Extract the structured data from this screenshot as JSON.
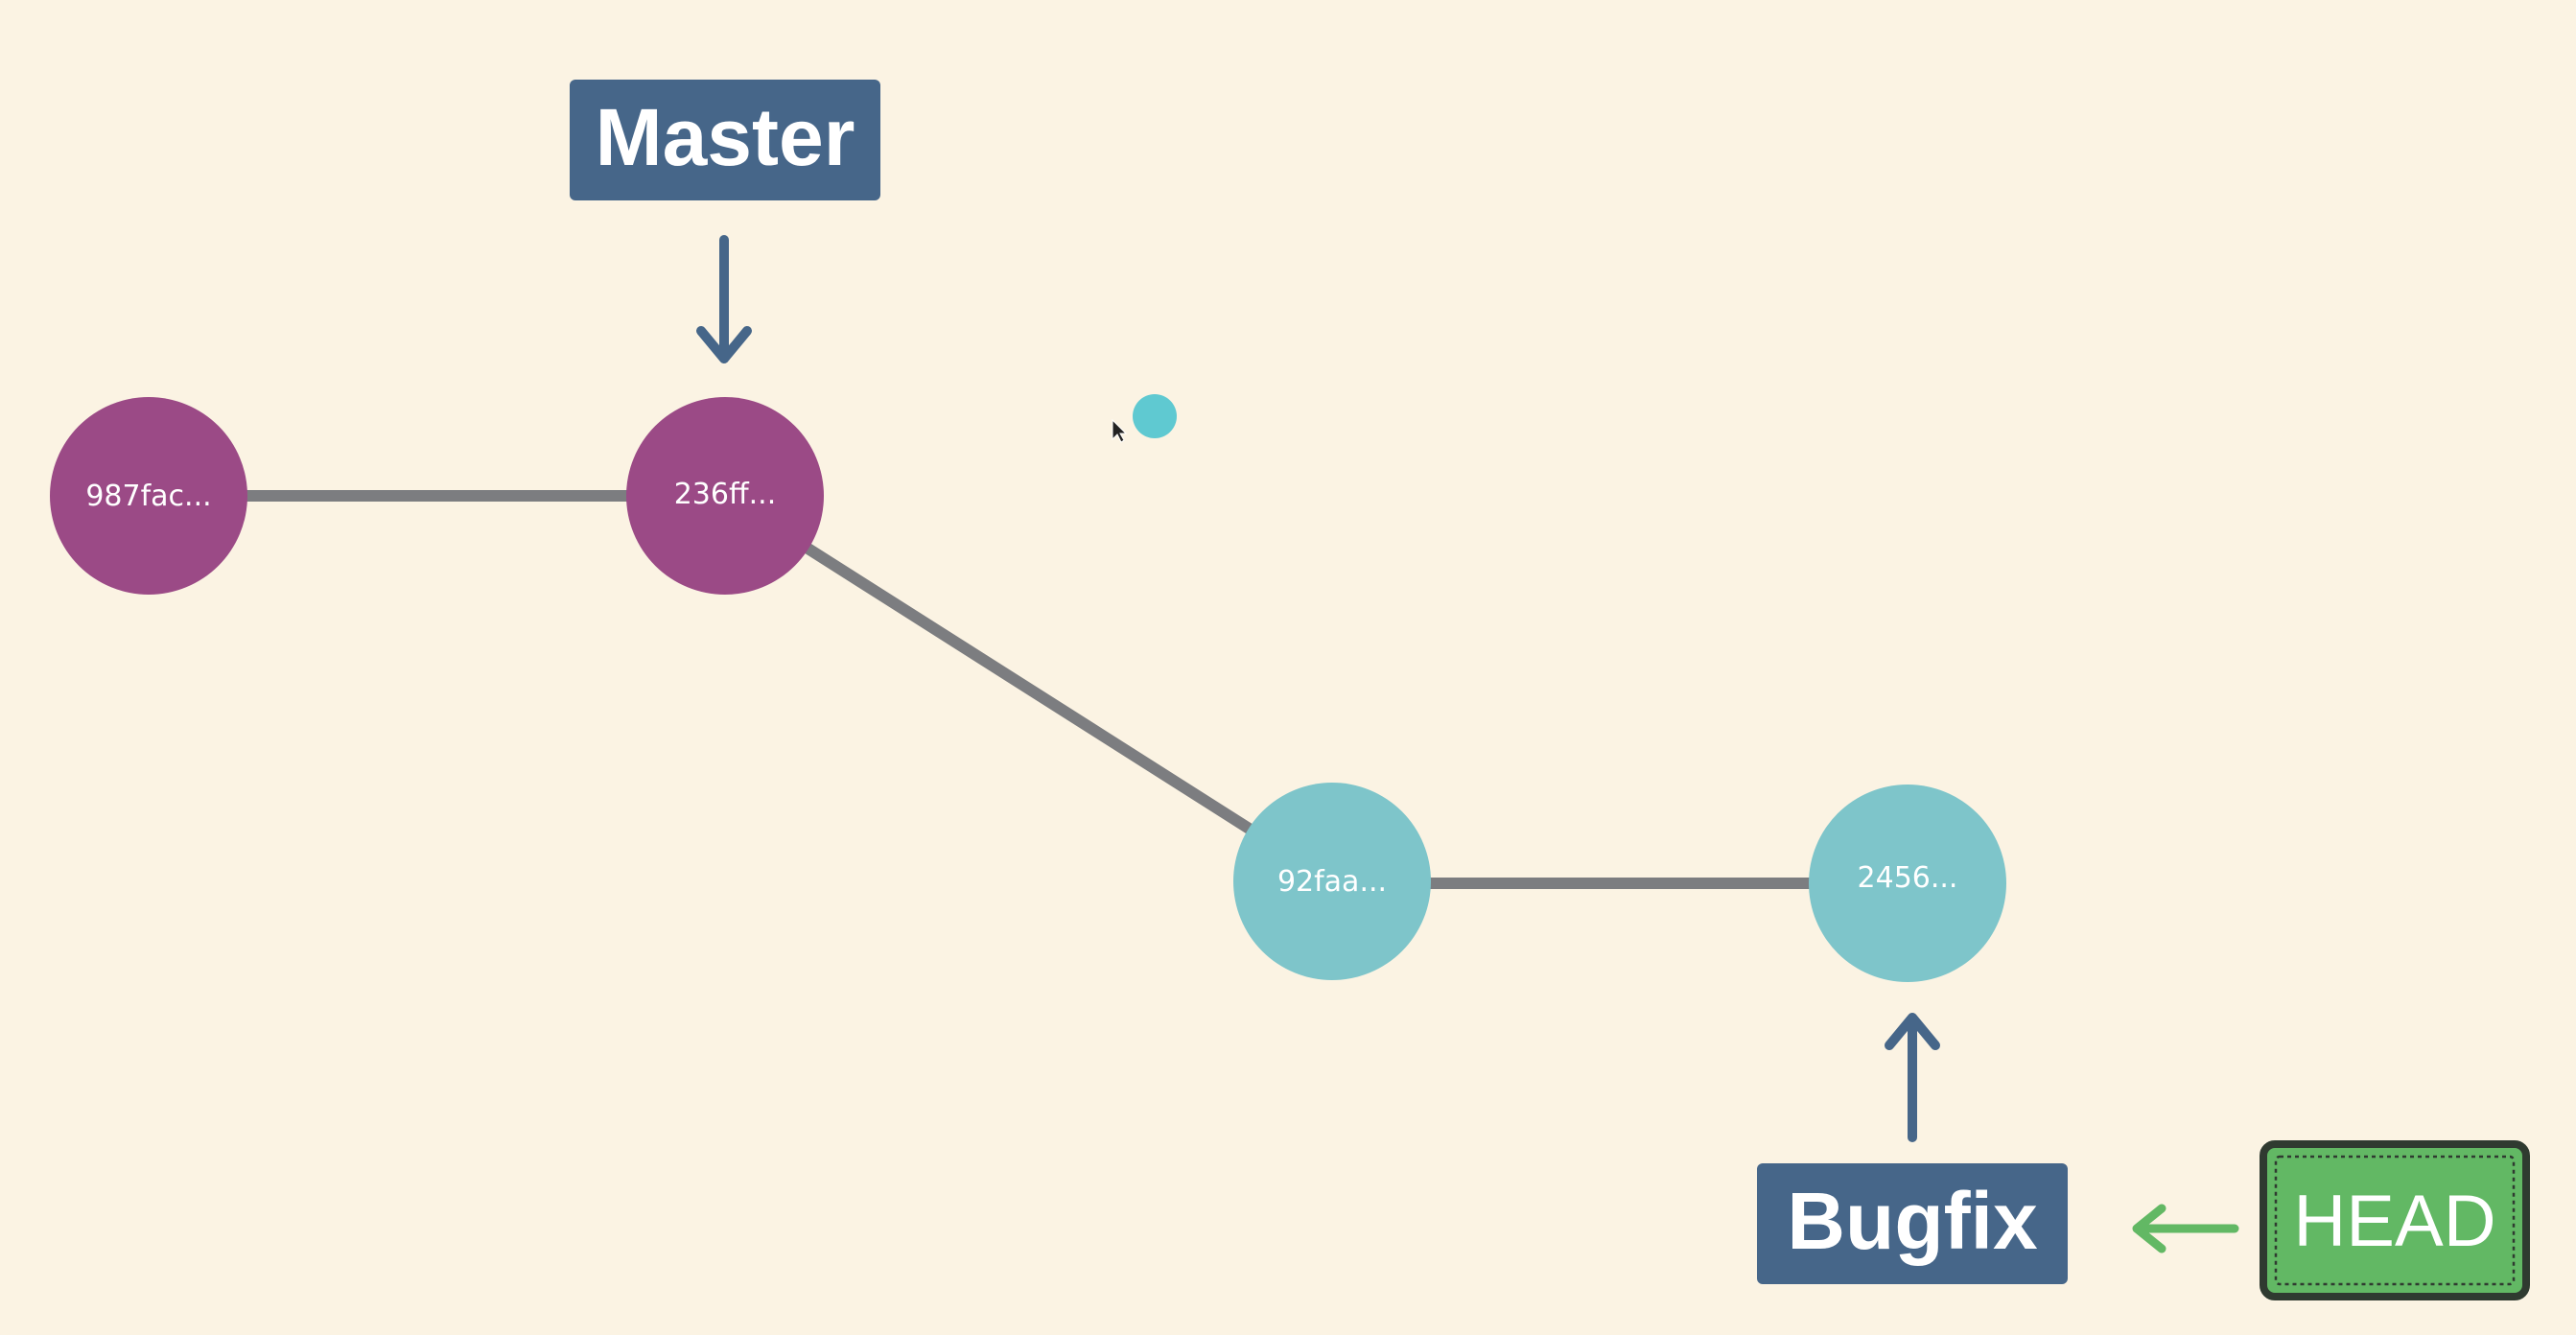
{
  "diagram": {
    "commits": [
      {
        "id": "c1",
        "label": "987fac...",
        "branch": "master"
      },
      {
        "id": "c2",
        "label": "236ff...",
        "branch": "master"
      },
      {
        "id": "c3",
        "label": "92faa...",
        "branch": "bugfix"
      },
      {
        "id": "c4",
        "label": "2456...",
        "branch": "bugfix"
      }
    ],
    "edges": [
      {
        "from": "c1",
        "to": "c2"
      },
      {
        "from": "c2",
        "to": "c3"
      },
      {
        "from": "c3",
        "to": "c4"
      }
    ],
    "branches": {
      "master": {
        "label": "Master",
        "points_to": "c2"
      },
      "bugfix": {
        "label": "Bugfix",
        "points_to": "c4"
      }
    },
    "head": {
      "label": "HEAD",
      "points_to": "bugfix"
    },
    "colors": {
      "background": "#fbf3e3",
      "master_commit": "#9b4a86",
      "bugfix_commit": "#7ec5ca",
      "edge": "#7c7d80",
      "branch_box": "#466689",
      "branch_arrow": "#466689",
      "head_box": "#62b864",
      "head_border": "#2f3a30",
      "head_arrow": "#62b864",
      "cursor_dot": "#5fc9d1"
    }
  }
}
